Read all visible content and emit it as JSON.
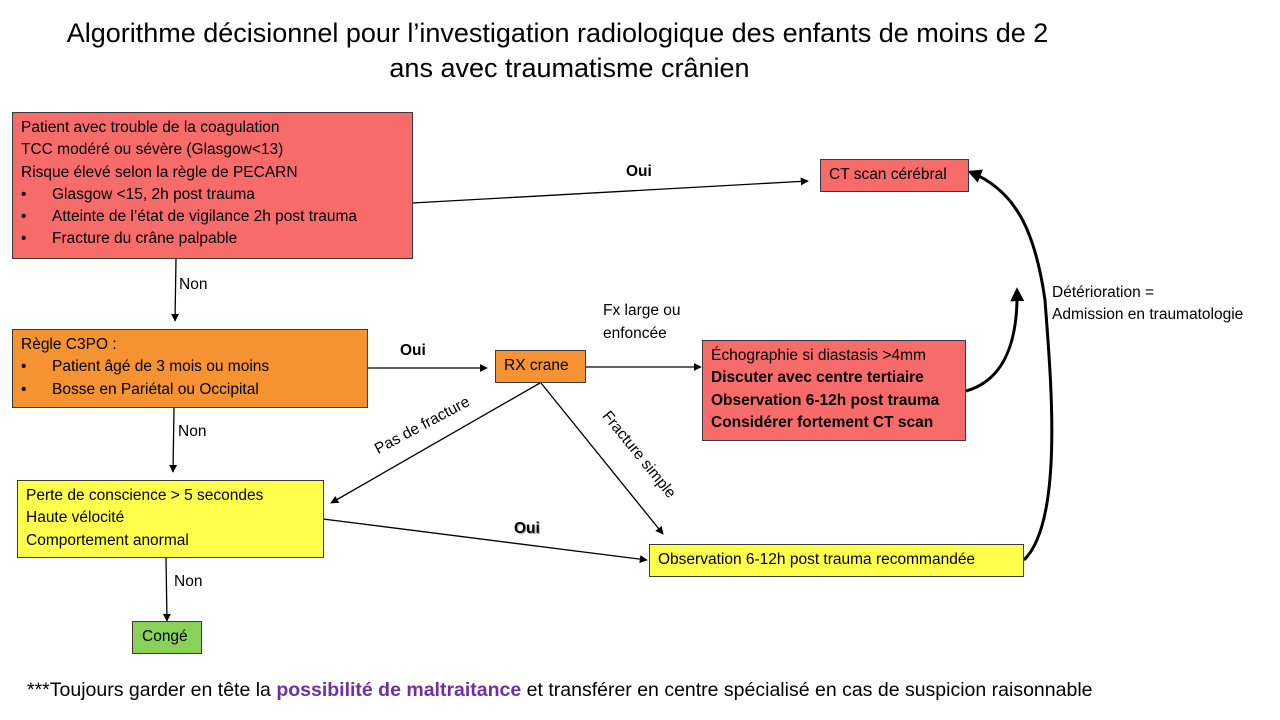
{
  "title": {
    "line1": "Algorithme décisionnel pour l’investigation radiologique des enfants de moins de 2",
    "line2": "ans avec traumatisme crânien"
  },
  "nodes": {
    "high_risk": {
      "lines": [
        "Patient avec trouble de la coagulation",
        "TCC modéré ou sévère (Glasgow<13)",
        "Risque élevé selon la règle de PECARN"
      ],
      "bullets": [
        "Glasgow <15, 2h post trauma",
        "Atteinte de l’état de vigilance 2h post trauma",
        "Fracture du crâne palpable"
      ],
      "color": "#f86b6b"
    },
    "ct_scan": {
      "label": "CT scan cérébral",
      "color": "#f86b6b"
    },
    "c3po": {
      "heading": "Règle C3PO :",
      "bullets": [
        "Patient âgé de 3 mois ou moins",
        "Bosse en Pariétal ou Occipital"
      ],
      "color": "#f59333"
    },
    "rx_crane": {
      "label": "RX crane",
      "color": "#f59333"
    },
    "echo": {
      "line1": "Échographie si diastasis >4mm",
      "bold_lines": [
        "Discuter avec centre tertiaire",
        "Observation 6-12h post trauma",
        "Considérer fortement CT scan"
      ],
      "color": "#f86b6b"
    },
    "symptoms": {
      "lines": [
        "Perte de conscience > 5 secondes",
        "Haute vélocité",
        "Comportement anormal"
      ],
      "color": "#ffff4c"
    },
    "observation": {
      "label": "Observation 6-12h post trauma recommandée",
      "color": "#ffff4c"
    },
    "conge": {
      "label": "Congé",
      "color": "#8ad159"
    }
  },
  "edge_labels": {
    "oui_ct": "Oui",
    "non_1": "Non",
    "oui_rx": "Oui",
    "non_2": "Non",
    "fx_large_1": "Fx large  ou",
    "fx_large_2": "enfoncée",
    "pas_de_fracture": "Pas de fracture",
    "fracture_simple": "Fracture simple",
    "oui_obs": "Oui",
    "non_3": "Non",
    "deterioration_1": "Détérioration =",
    "deterioration_2": "Admission en traumatologie"
  },
  "footer": {
    "prefix": "***Toujours garder en tête la ",
    "highlight": "possibilité de  maltraitance",
    "suffix": " et transférer en centre spécialisé en cas de suspicion raisonnable",
    "highlight_color": "#7030a0"
  }
}
